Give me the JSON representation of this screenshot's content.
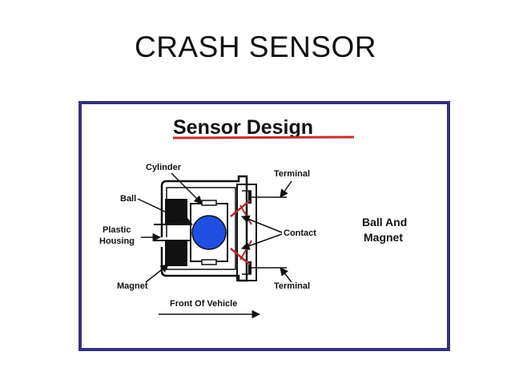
{
  "slide": {
    "title": "CRASH  SENSOR"
  },
  "diagram": {
    "heading": "Sensor Design",
    "labels": {
      "cylinder": "Cylinder",
      "ball": "Ball",
      "plastic": "Plastic",
      "housing": "Housing",
      "magnet": "Magnet",
      "terminal_top": "Terminal",
      "terminal_bottom": "Terminal",
      "contact": "Contact",
      "front_of_vehicle": "Front Of Vehicle",
      "ball_and": "Ball And",
      "magnet_right": "Magnet"
    },
    "colors": {
      "frame_border": "#33337a",
      "ball": "#1f4fe0",
      "heading_underline": "#c0312e",
      "contact": "#b02a2a",
      "magnet": "#111111",
      "line": "#111111"
    },
    "icons": [
      "arrow-right-icon"
    ]
  }
}
